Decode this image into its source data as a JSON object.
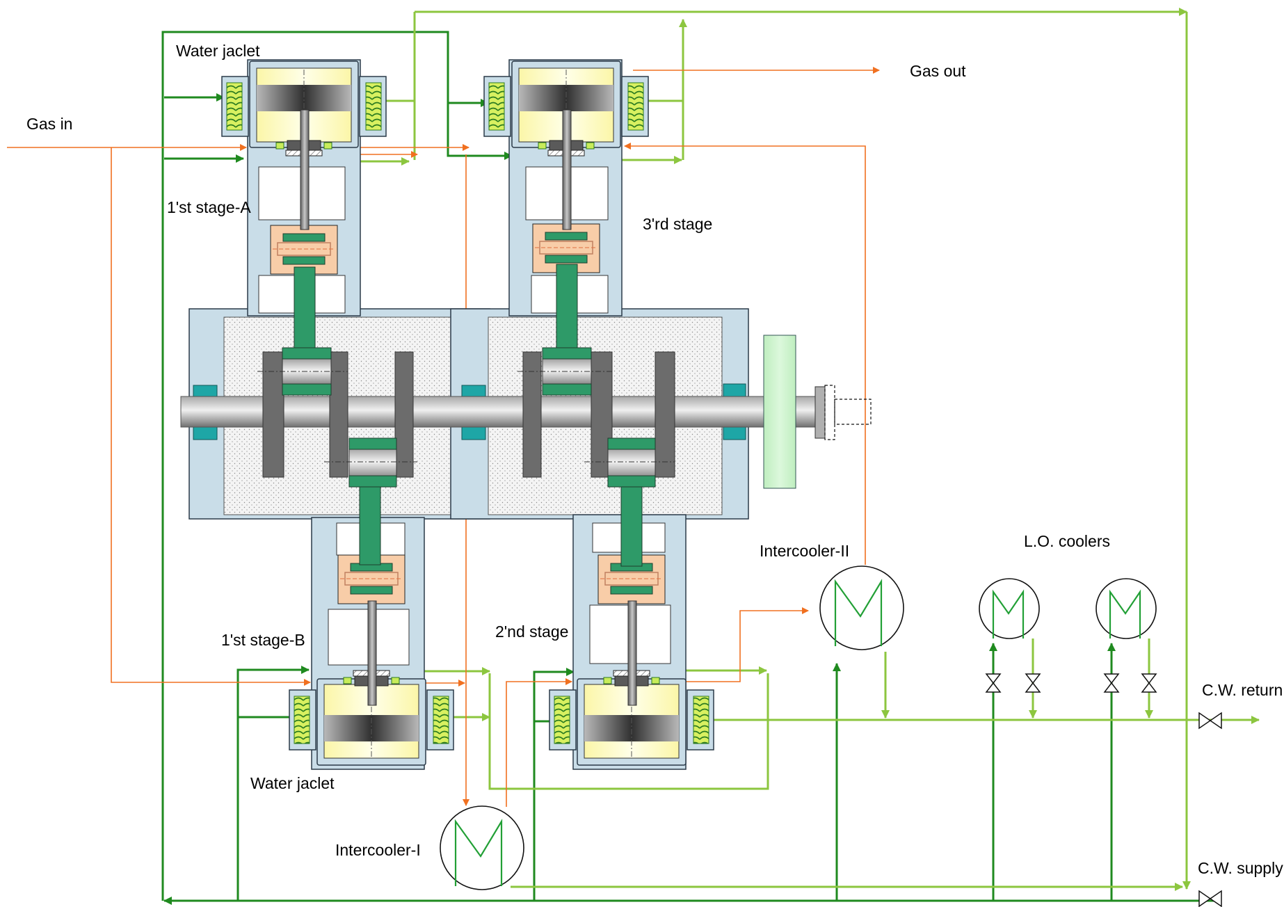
{
  "labels": {
    "gas_in": "Gas in",
    "gas_out": "Gas out",
    "water_jacket_top": "Water jaclet",
    "water_jacket_bottom": "Water jaclet",
    "stage_1a": "1'st stage-A",
    "stage_1b": "1'st stage-B",
    "stage_2": "2'nd stage",
    "stage_3": "3'rd stage",
    "intercooler_1": "Intercooler-I",
    "intercooler_2": "Intercooler-II",
    "lo_coolers": "L.O. coolers",
    "cw_return": "C.W. return",
    "cw_supply": "C.W. supply"
  },
  "colors": {
    "cooling_water_supply": "#1f8a1f",
    "cooling_water_return": "#8cc63f",
    "gas_line": "#f07020",
    "casing": "#c9dde8",
    "crank_chamber_fill": "#f2f2f2",
    "connecting_rod": "#2e9a68",
    "crosshead": "#f8cda8",
    "cylinder_gas_space": "#fdfcc8",
    "flywheel": "#c6f0c6"
  },
  "icons": [
    "heat-exchanger-icon",
    "valve-icon",
    "arrow-icon"
  ]
}
